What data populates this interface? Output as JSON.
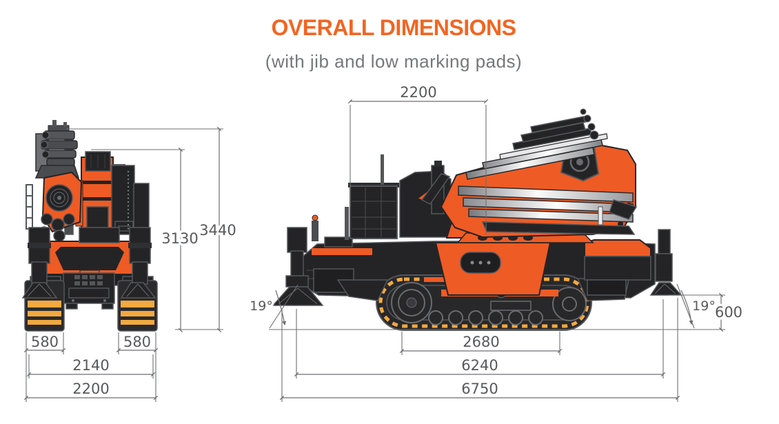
{
  "header": {
    "title": "OVERALL DIMENSIONS",
    "subtitle": "(with jib and low marking pads)"
  },
  "front_view": {
    "label": "front view of crawler crane",
    "dims": {
      "inner_height": "3130",
      "overall_height": "3440",
      "left_track_width": "580",
      "right_track_width": "580",
      "track_span": "2140",
      "overall_width": "2200"
    }
  },
  "side_view": {
    "label": "side view of crawler crane",
    "dims": {
      "superstructure_length": "2200",
      "track_length": "2680",
      "outrigger_span": "6240",
      "overall_length": "6750",
      "pad_ground_clearance": "600",
      "front_approach_angle": "19°",
      "rear_approach_angle": "19°"
    }
  },
  "colors": {
    "accent_orange": "#F26522",
    "machine_orange": "#EF5B24",
    "machine_dark": "#242427",
    "machine_outline": "#55565A",
    "track_yellow": "#F3A93F",
    "dimension_gray": "#6D6E71",
    "text_gray": "#58595B"
  }
}
